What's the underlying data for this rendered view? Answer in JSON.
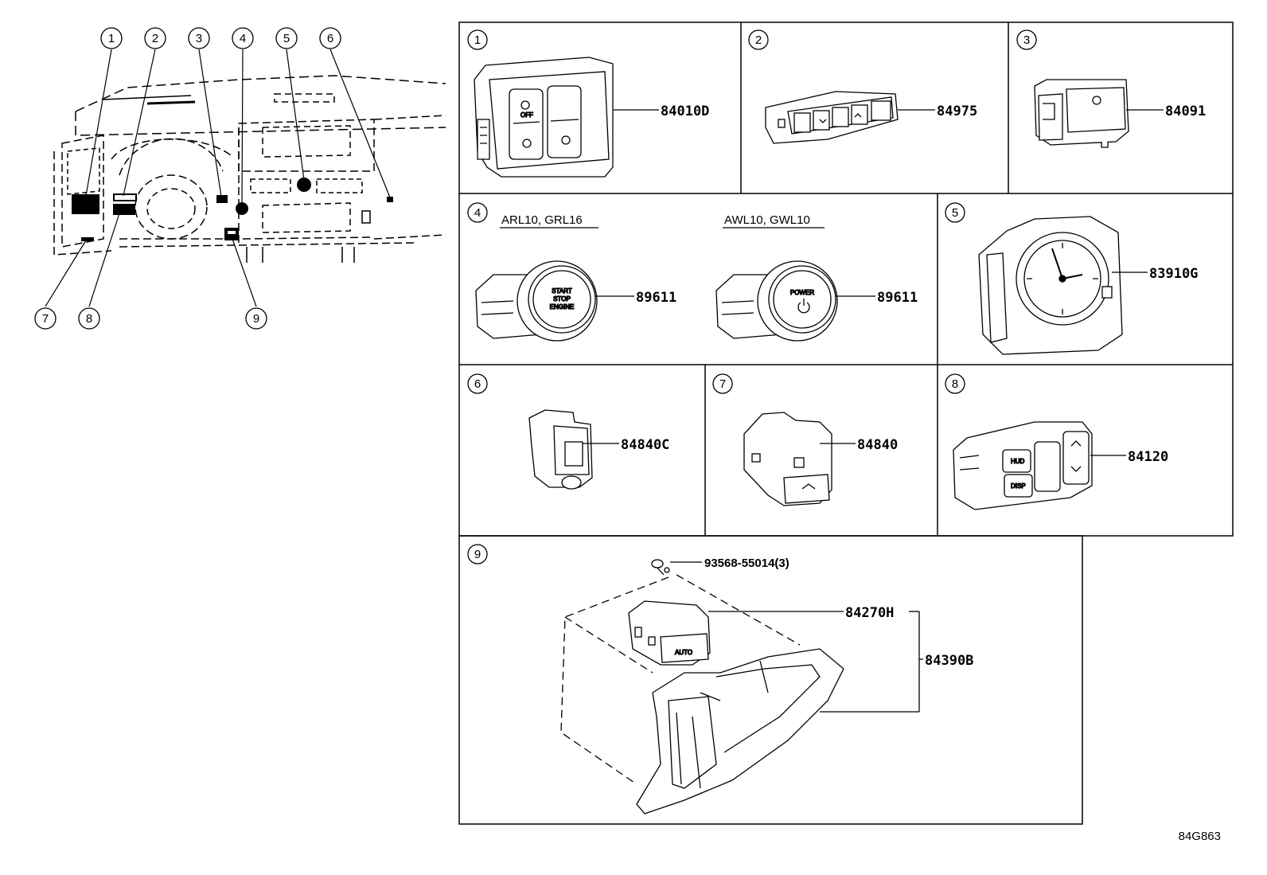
{
  "overview": {
    "callouts_top": [
      "1",
      "2",
      "3",
      "4",
      "5",
      "6"
    ],
    "callouts_bottom": [
      "7",
      "8",
      "9"
    ]
  },
  "panels": [
    {
      "num": "1",
      "part": "84010D",
      "caption": ""
    },
    {
      "num": "2",
      "part": "84975",
      "caption": ""
    },
    {
      "num": "3",
      "part": "84091",
      "caption": ""
    },
    {
      "num": "4",
      "part_a": "89611",
      "part_b": "89611",
      "caption_a": "ARL10, GRL16",
      "caption_b": "AWL10, GWL10"
    },
    {
      "num": "5",
      "part": "83910G"
    },
    {
      "num": "6",
      "part": "84840C"
    },
    {
      "num": "7",
      "part": "84840"
    },
    {
      "num": "8",
      "part": "84120"
    },
    {
      "num": "9",
      "screw": "93568-55014(3)",
      "part_a": "84270H",
      "part_b": "84390B"
    }
  ],
  "button_text": {
    "start": "START",
    "stop": "STOP",
    "engine": "ENGINE",
    "power": "POWER",
    "hud": "HUD",
    "disp": "DISP",
    "auto": "AUTO",
    "off": "OFF"
  },
  "figure_ref": "84G863",
  "colors": {
    "line": "#000000",
    "background": "#ffffff"
  }
}
